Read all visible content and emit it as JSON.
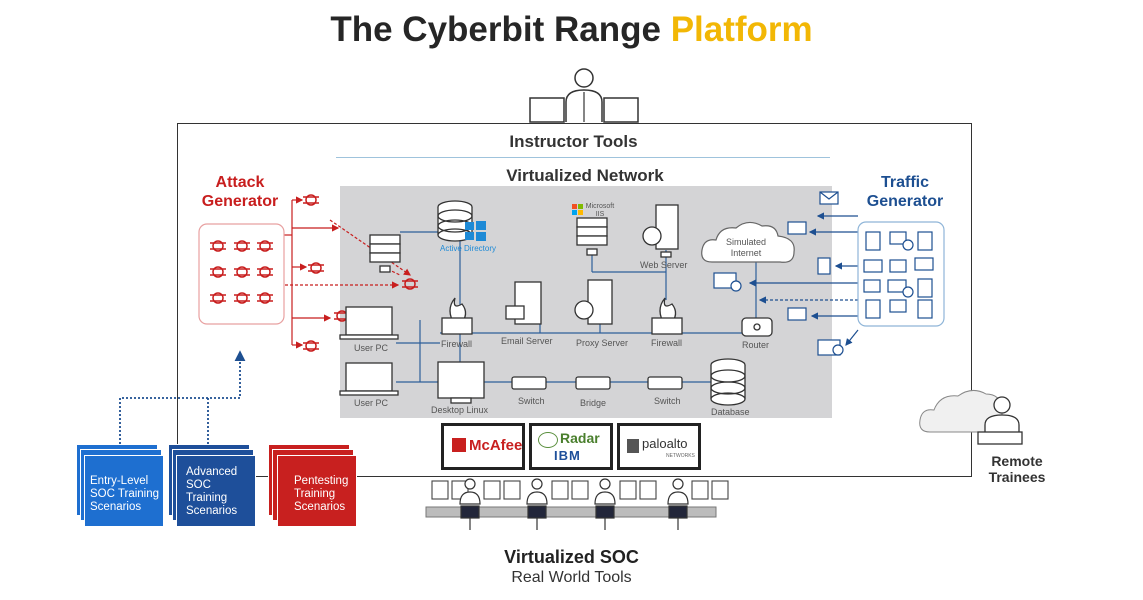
{
  "title": {
    "main": "The Cyberbit Range",
    "accent": "Platform",
    "accent_color": "#f2b705"
  },
  "instructor_tools": "Instructor Tools",
  "virtualized_network": {
    "title": "Virtualized Network",
    "nodes": {
      "active_directory": "Active Directory",
      "microsoft_iis": "Microsoft IIS",
      "web_server": "Web Server",
      "simulated_internet": "Simulated Internet",
      "user_pc_1": "User PC",
      "user_pc_2": "User PC",
      "firewall_1": "Firewall",
      "firewall_2": "Firewall",
      "email_server": "Email Server",
      "proxy_server": "Proxy Server",
      "router": "Router",
      "desktop_linux": "Desktop Linux",
      "switch_1": "Switch",
      "bridge": "Bridge",
      "switch_2": "Switch",
      "database": "Database"
    }
  },
  "attack_generator": {
    "line1": "Attack",
    "line2": "Generator",
    "color": "#c81e1e"
  },
  "traffic_generator": {
    "line1": "Traffic",
    "line2": "Generator",
    "color": "#1d4f91"
  },
  "scenarios": [
    {
      "lines": [
        "Entry-Level",
        "SOC Training",
        "Scenarios"
      ],
      "color": "#1e6fd0"
    },
    {
      "lines": [
        "Advanced",
        "SOC",
        "Training",
        "Scenarios"
      ],
      "color": "#1e4f9a"
    },
    {
      "lines": [
        "Pentesting",
        "Training",
        "Scenarios"
      ],
      "color": "#c8201f"
    }
  ],
  "vendors": {
    "mcafee": "McAfee",
    "radar": "Radar",
    "ibm": "IBM",
    "paloalto": "paloalto",
    "paloalto_sub": "NETWORKS"
  },
  "remote_trainees": {
    "line1": "Remote",
    "line2": "Trainees"
  },
  "virtualized_soc": {
    "title": "Virtualized SOC",
    "subtitle": "Real World Tools"
  }
}
